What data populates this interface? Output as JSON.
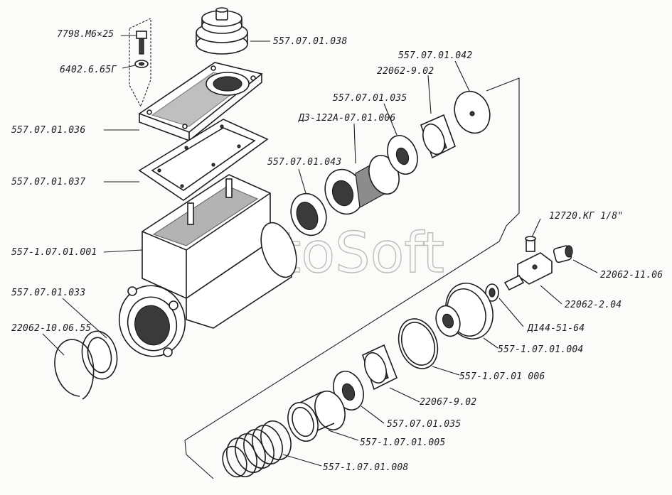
{
  "watermark": "AutoSoft",
  "labels": {
    "bolt": "7798.М6×25",
    "washer": "6402.6.65Г",
    "cap": "557.07.01.038",
    "cover": "557.07.01.036",
    "gasket": "557.07.01.037",
    "housing": "557-1.07.01.001",
    "ring_033": "557.07.01.033",
    "snap_ring": "22062-10.06.55",
    "seal_043": "557.07.01.043",
    "piston": "ДЗ-122А-07.01.006",
    "cup_035_top": "557.07.01.035",
    "nut_902_top": "22062-9.02",
    "disc_042": "557.07.01.042",
    "fitting_plug": "12720.КГ 1/8\"",
    "sleeve_1106": "22062-11.06",
    "fitting_204": "22062-2.04",
    "washer_d144": "Д144-51-64",
    "valve_004": "557-1.07.01.004",
    "ring_006": "557-1.07.01 006",
    "nut_902_bottom": "22067-9.02",
    "cup_035_bottom": "557.07.01.035",
    "spring_seat_005": "557-1.07.01.005",
    "spring_008": "557-1.07.01.008"
  }
}
